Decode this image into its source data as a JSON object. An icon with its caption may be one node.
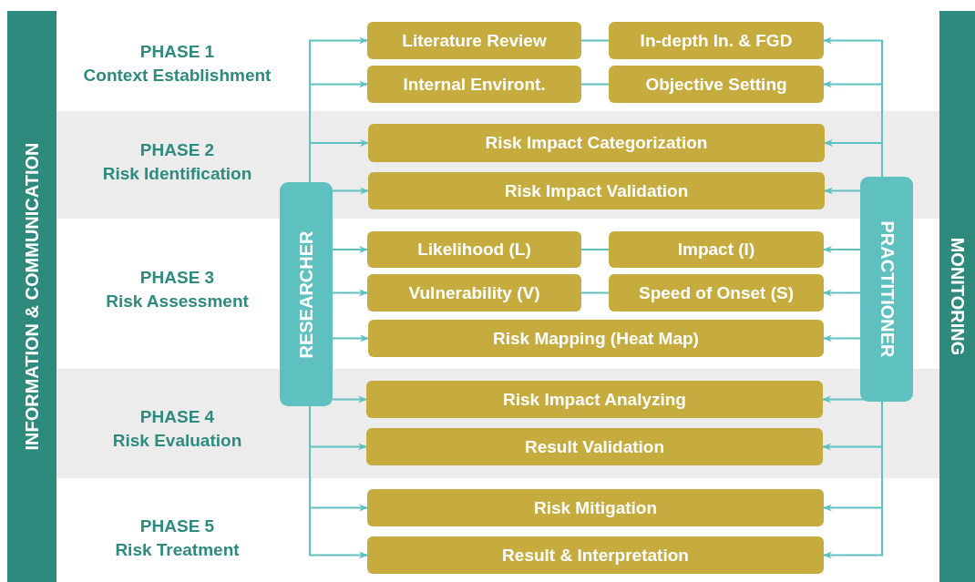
{
  "diagram": {
    "nodes": [
      {
        "text": [
          "INFORMATION & COMMUNICATION"
        ]
      },
      {
        "text": [
          "MONITORING"
        ]
      },
      {
        "text": [
          "RESEARCHER"
        ]
      },
      {
        "text": [
          "PRACTITIONER"
        ]
      },
      {
        "text": [
          "Literature Review"
        ]
      },
      {
        "text": [
          "In-depth In. & FGD"
        ]
      },
      {
        "text": [
          "Internal Environt."
        ]
      },
      {
        "text": [
          "Objective Setting"
        ]
      },
      {
        "text": [
          "Risk Impact Categorization"
        ]
      },
      {
        "text": [
          "Risk Impact Validation"
        ]
      },
      {
        "text": [
          "Likelihood (L)"
        ]
      },
      {
        "text": [
          "Impact (I)"
        ]
      },
      {
        "text": [
          "Vulnerability (V)"
        ]
      },
      {
        "text": [
          "Speed of Onset (S)"
        ]
      },
      {
        "text": [
          "Risk Mapping (Heat Map)"
        ]
      },
      {
        "text": [
          "Risk Impact Analyzing"
        ]
      },
      {
        "text": [
          "Result Validation"
        ]
      },
      {
        "text": [
          "Risk Mitigation"
        ]
      },
      {
        "text": [
          "Result & Interpretation"
        ]
      }
    ],
    "edges": [
      {
        "from": 2,
        "to": 4,
        "arrow": "to"
      },
      {
        "from": 2,
        "to": 6,
        "arrow": "to"
      },
      {
        "from": 2,
        "to": 8,
        "arrow": "to"
      },
      {
        "from": 2,
        "to": 9,
        "arrow": "to"
      },
      {
        "from": 2,
        "to": 10,
        "arrow": "to"
      },
      {
        "from": 2,
        "to": 12,
        "arrow": "to"
      },
      {
        "from": 2,
        "to": 14,
        "arrow": "to"
      },
      {
        "from": 2,
        "to": 15,
        "arrow": "to"
      },
      {
        "from": 2,
        "to": 16,
        "arrow": "to"
      },
      {
        "from": 2,
        "to": 17,
        "arrow": "to"
      },
      {
        "from": 2,
        "to": 18,
        "arrow": "to"
      },
      {
        "from": 3,
        "to": 5,
        "arrow": "to"
      },
      {
        "from": 3,
        "to": 7,
        "arrow": "to"
      },
      {
        "from": 3,
        "to": 8,
        "arrow": "to"
      },
      {
        "from": 3,
        "to": 9,
        "arrow": "to"
      },
      {
        "from": 3,
        "to": 11,
        "arrow": "to"
      },
      {
        "from": 3,
        "to": 13,
        "arrow": "to"
      },
      {
        "from": 3,
        "to": 14,
        "arrow": "to"
      },
      {
        "from": 3,
        "to": 15,
        "arrow": "to"
      },
      {
        "from": 3,
        "to": 16,
        "arrow": "to"
      },
      {
        "from": 3,
        "to": 17,
        "arrow": "to"
      },
      {
        "from": 3,
        "to": 18,
        "arrow": "to"
      },
      {
        "from": 4,
        "to": 5,
        "arrow": "none"
      },
      {
        "from": 6,
        "to": 7,
        "arrow": "none"
      },
      {
        "from": 10,
        "to": 11,
        "arrow": "none"
      },
      {
        "from": 12,
        "to": 13,
        "arrow": "none"
      }
    ],
    "labels": [
      "PHASE 1",
      "Context Establishment",
      "PHASE 2",
      "Risk Identification",
      "PHASE 3",
      "Risk Assessment",
      "PHASE 4",
      "Risk Evaluation",
      "PHASE 5",
      "Risk Treatment"
    ]
  }
}
